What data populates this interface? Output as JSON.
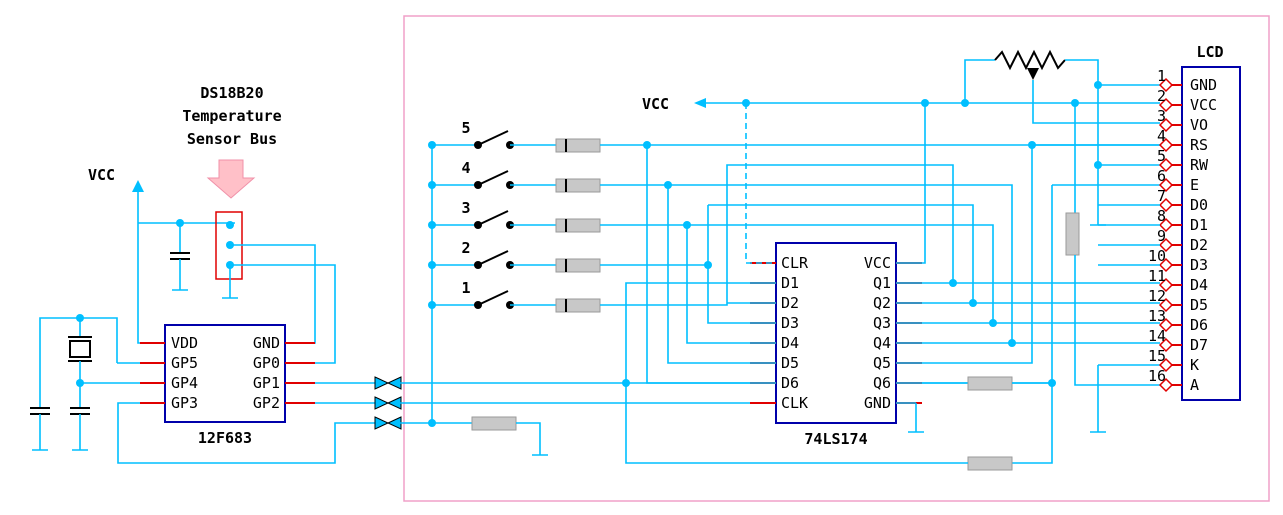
{
  "sensor": {
    "line1": "DS18B20",
    "line2": "Temperature",
    "line3": "Sensor Bus"
  },
  "left_vcc": "VCC",
  "mid_vcc": "VCC",
  "pic": {
    "name": "12F683",
    "left_pins": [
      "VDD",
      "GP5",
      "GP4",
      "GP3"
    ],
    "right_pins": [
      "GND",
      "GP0",
      "GP1",
      "GP2"
    ]
  },
  "latch": {
    "name": "74LS174",
    "left_pins": [
      "CLR",
      "D1",
      "D2",
      "D3",
      "D4",
      "D5",
      "D6",
      "CLK"
    ],
    "right_pins": [
      "VCC",
      "Q1",
      "Q2",
      "Q3",
      "Q4",
      "Q5",
      "Q6",
      "GND"
    ]
  },
  "switches": [
    "5",
    "4",
    "3",
    "2",
    "1"
  ],
  "lcd": {
    "title": "LCD",
    "pins": [
      {
        "num": "1",
        "name": "GND"
      },
      {
        "num": "2",
        "name": "VCC"
      },
      {
        "num": "3",
        "name": "VO"
      },
      {
        "num": "4",
        "name": "RS"
      },
      {
        "num": "5",
        "name": "RW"
      },
      {
        "num": "6",
        "name": "E"
      },
      {
        "num": "7",
        "name": "D0"
      },
      {
        "num": "8",
        "name": "D1"
      },
      {
        "num": "9",
        "name": "D2"
      },
      {
        "num": "10",
        "name": "D3"
      },
      {
        "num": "11",
        "name": "D4"
      },
      {
        "num": "12",
        "name": "D5"
      },
      {
        "num": "13",
        "name": "D6"
      },
      {
        "num": "14",
        "name": "D7"
      },
      {
        "num": "15",
        "name": "K"
      },
      {
        "num": "16",
        "name": "A"
      }
    ]
  },
  "colors": {
    "wire": "#00bfff",
    "pin": "#e00000",
    "ic_border": "#0000aa",
    "board": "#f0a0c8",
    "arrow": "#ffc0c8"
  }
}
